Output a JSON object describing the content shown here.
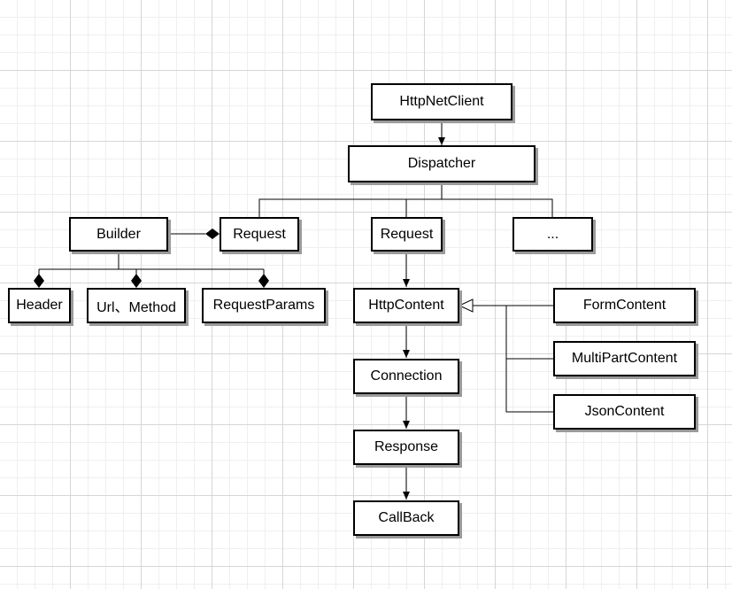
{
  "nodes": {
    "httpnetclient": "HttpNetClient",
    "dispatcher": "Dispatcher",
    "builder": "Builder",
    "request_builder": "Request",
    "request": "Request",
    "more": "...",
    "header": "Header",
    "url_method": "Url、Method",
    "request_params": "RequestParams",
    "httpcontent": "HttpContent",
    "formcontent": "FormContent",
    "multipartcontent": "MultiPartContent",
    "jsoncontent": "JsonContent",
    "connection": "Connection",
    "response": "Response",
    "callback": "CallBack"
  }
}
